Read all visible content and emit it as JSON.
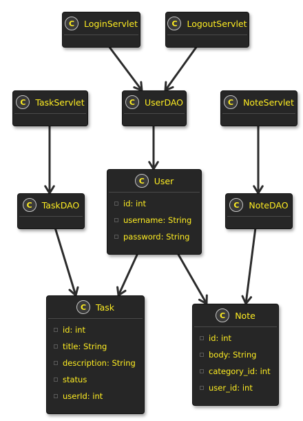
{
  "diagram": {
    "stereotype_letter": "C",
    "classes": {
      "login_servlet": {
        "name": "LoginServlet",
        "attributes": []
      },
      "logout_servlet": {
        "name": "LogoutServlet",
        "attributes": []
      },
      "task_servlet": {
        "name": "TaskServlet",
        "attributes": []
      },
      "user_dao": {
        "name": "UserDAO",
        "attributes": []
      },
      "note_servlet": {
        "name": "NoteServlet",
        "attributes": []
      },
      "task_dao": {
        "name": "TaskDAO",
        "attributes": []
      },
      "user": {
        "name": "User",
        "attributes": [
          "id: int",
          "username: String",
          "password: String"
        ]
      },
      "note_dao": {
        "name": "NoteDAO",
        "attributes": []
      },
      "task": {
        "name": "Task",
        "attributes": [
          "id: int",
          "title: String",
          "description: String",
          "status",
          "userId: int"
        ]
      },
      "note": {
        "name": "Note",
        "attributes": [
          "id: int",
          "body: String",
          "category_id: int",
          "user_id: int"
        ]
      }
    },
    "edges": [
      {
        "from": "login_servlet",
        "to": "user_dao"
      },
      {
        "from": "logout_servlet",
        "to": "user_dao"
      },
      {
        "from": "user_dao",
        "to": "user"
      },
      {
        "from": "task_servlet",
        "to": "task_dao"
      },
      {
        "from": "note_servlet",
        "to": "note_dao"
      },
      {
        "from": "task_dao",
        "to": "task"
      },
      {
        "from": "user",
        "to": "task"
      },
      {
        "from": "user",
        "to": "note"
      },
      {
        "from": "note_dao",
        "to": "note"
      }
    ],
    "colors": {
      "class_fill": "#262626",
      "class_text": "#ffee22",
      "arrow": "#2b2b2b"
    }
  }
}
